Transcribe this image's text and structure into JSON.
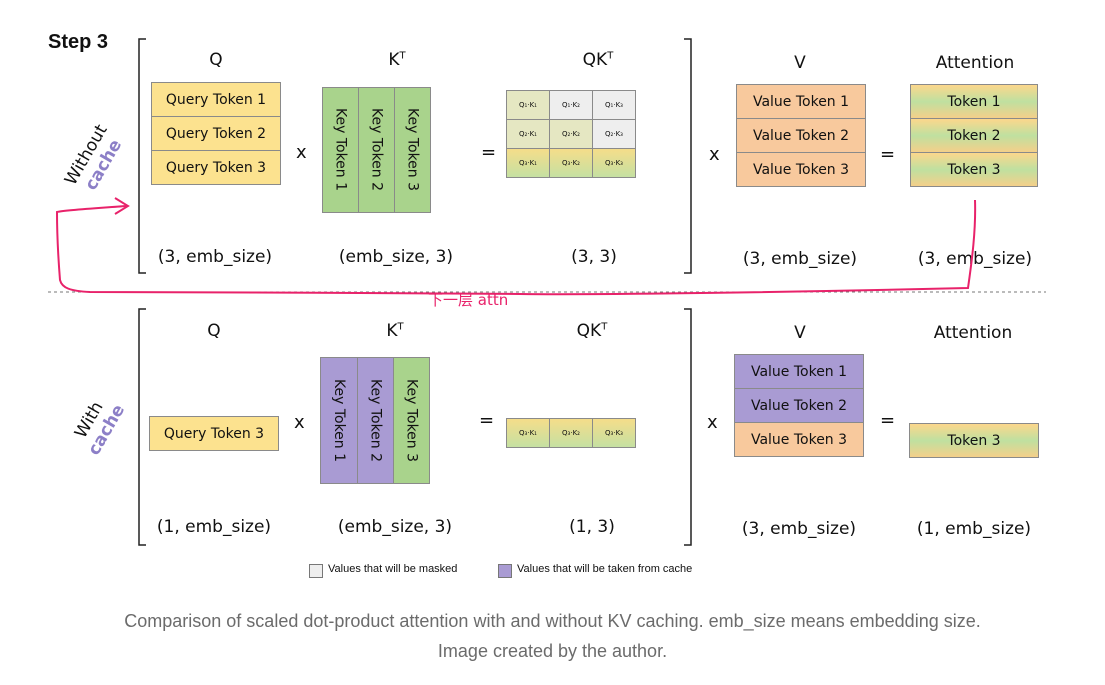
{
  "step_title": "Step 3",
  "without": {
    "side_label_1": "Without",
    "side_label_2": "cache",
    "q_header": "Q",
    "k_header": "K",
    "k_sup": "T",
    "qk_header": "QK",
    "qk_sup": "T",
    "v_header": "V",
    "att_header": "Attention",
    "query_tokens": [
      "Query Token 1",
      "Query Token 2",
      "Query Token 3"
    ],
    "key_tokens": [
      "Key Token 1",
      "Key Token 2",
      "Key Token 3"
    ],
    "qk_cells": [
      [
        "Q₁·K₁",
        "Q₁·K₂",
        "Q₁·K₃"
      ],
      [
        "Q₂·K₁",
        "Q₂·K₂",
        "Q₂·K₃"
      ],
      [
        "Q₃·K₁",
        "Q₃·K₂",
        "Q₃·K₃"
      ]
    ],
    "value_tokens": [
      "Value Token 1",
      "Value Token 2",
      "Value Token 3"
    ],
    "att_tokens": [
      "Token 1",
      "Token 2",
      "Token 3"
    ],
    "q_dim": "(3, emb_size)",
    "k_dim": "(emb_size, 3)",
    "qk_dim": "(3, 3)",
    "v_dim": "(3, emb_size)",
    "att_dim": "(3, emb_size)",
    "op_x1": "x",
    "op_eq1": "=",
    "op_x2": "x",
    "op_eq2": "="
  },
  "with": {
    "side_label_1": "With",
    "side_label_2": "cache",
    "q_header": "Q",
    "k_header": "K",
    "k_sup": "T",
    "qk_header": "QK",
    "qk_sup": "T",
    "v_header": "V",
    "att_header": "Attention",
    "query_tokens": [
      "Query Token 3"
    ],
    "key_tokens": [
      "Key Token 1",
      "Key Token 2",
      "Key Token 3"
    ],
    "qk_cells": [
      [
        "Q₃·K₁",
        "Q₃·K₂",
        "Q₃·K₃"
      ]
    ],
    "value_tokens": [
      "Value Token 1",
      "Value Token 2",
      "Value Token 3"
    ],
    "att_tokens": [
      "Token 3"
    ],
    "q_dim": "(1, emb_size)",
    "k_dim": "(emb_size, 3)",
    "qk_dim": "(1, 3)",
    "v_dim": "(3, emb_size)",
    "att_dim": "(1, emb_size)",
    "op_x1": "x",
    "op_eq1": "=",
    "op_x2": "x",
    "op_eq2": "="
  },
  "annotation": "下一层 attn",
  "legend": {
    "masked": "Values that will be masked",
    "cached": "Values that will be taken from cache"
  },
  "caption": {
    "line1": "Comparison of scaled dot-product attention with and without KV caching. emb_size means embedding size.",
    "line2": "Image created by the author."
  },
  "colors": {
    "query": "#fce28f",
    "key": "#a9d38c",
    "cached": "#a99bd3",
    "value": "#f8c99d",
    "masked": "#eeeeee",
    "annotation": "#e8226a",
    "cache_label": "#8c7fc7"
  }
}
